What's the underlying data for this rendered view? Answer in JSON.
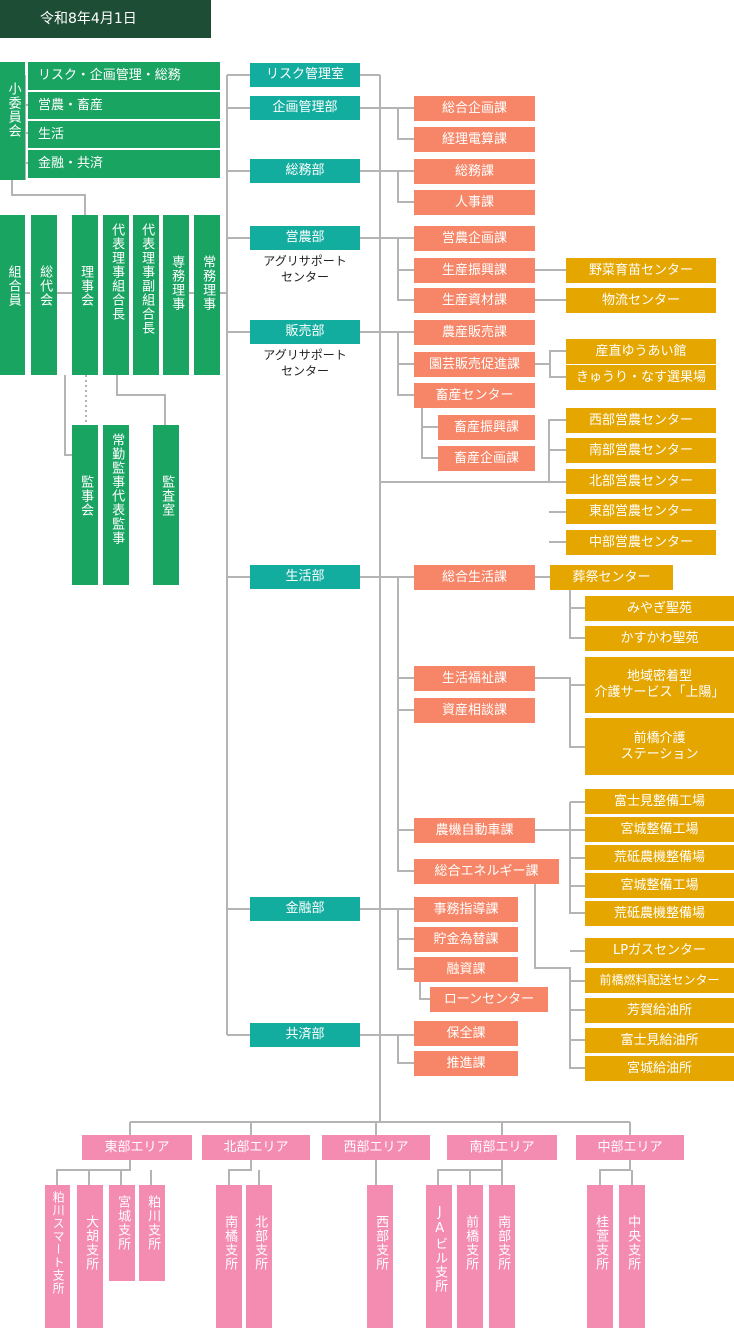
{
  "date": "令和8年4月1日",
  "committee": {
    "title": "小委員会",
    "items": [
      "リスク・企画管理・総務",
      "営農・畜産",
      "生活",
      "金融・共済"
    ]
  },
  "governance": {
    "members": "組合員",
    "general_meeting": "総代会",
    "board": "理事会",
    "president": "代表理事組合長",
    "vice_president": "代表理事副組合長",
    "senior_director": "専務理事",
    "managing_director": "常務理事",
    "auditors": "監事会",
    "rep_auditor": "常勤監事代表監事",
    "audit_office": "監査室"
  },
  "departments": {
    "risk": "リスク管理室",
    "planning": {
      "name": "企画管理部",
      "sections": [
        "総合企画課",
        "経理電算課"
      ]
    },
    "general": {
      "name": "総務部",
      "sections": [
        "総務課",
        "人事課"
      ]
    },
    "farming": {
      "name": "営農部",
      "note": "アグリサポート\nセンター",
      "sections": [
        "営農企画課",
        "生産振興課",
        "生産資材課"
      ],
      "centers": [
        "野菜育苗センター",
        "物流センター"
      ]
    },
    "sales": {
      "name": "販売部",
      "note": "アグリサポート\nセンター",
      "sections": [
        "農産販売課",
        "園芸販売促進課",
        "畜産センター"
      ],
      "livestock_sections": [
        "畜産振興課",
        "畜産企画課"
      ],
      "shops": [
        "産直ゆうあい館",
        "きゅうり・なす選果場"
      ],
      "farming_centers": [
        "西部営農センター",
        "南部営農センター",
        "北部営農センター",
        "東部営農センター",
        "中部営農センター"
      ]
    },
    "life": {
      "name": "生活部",
      "sections": [
        "総合生活課",
        "生活福祉課",
        "資産相談課",
        "農機自動車課",
        "総合エネルギー課"
      ],
      "funeral_center": "葬祭センター",
      "funeral_halls": [
        "みやぎ聖苑",
        "かすかわ聖苑"
      ],
      "care": [
        "地域密着型\n介護サービス「上陽」",
        "前橋介護\nステーション"
      ],
      "machinery": [
        "富士見整備工場",
        "宮城整備工場",
        "荒砥農機整備場",
        "宮城整備工場",
        "荒砥農機整備場"
      ],
      "energy": [
        "LPガスセンター",
        "前橋燃料配送センター",
        "芳賀給油所",
        "富士見給油所",
        "宮城給油所"
      ]
    },
    "finance": {
      "name": "金融部",
      "sections": [
        "事務指導課",
        "貯金為替課",
        "融資課"
      ],
      "loan_center": "ローンセンター"
    },
    "mutual": {
      "name": "共済部",
      "sections": [
        "保全課",
        "推進課"
      ]
    }
  },
  "areas": [
    {
      "name": "東部エリア",
      "branches": [
        "粕川スマート支所",
        "大胡支所",
        "宮城支所",
        "粕川支所"
      ]
    },
    {
      "name": "北部エリア",
      "branches": [
        "南橘支所",
        "北部支所"
      ]
    },
    {
      "name": "西部エリア",
      "branches": [
        "西部支所"
      ]
    },
    {
      "name": "南部エリア",
      "branches": [
        "JAビル支所",
        "前橋支所",
        "南部支所"
      ]
    },
    {
      "name": "中部エリア",
      "branches": [
        "桂萱支所",
        "中央支所"
      ]
    }
  ],
  "colors": {
    "governance": "#1aa462",
    "department": "#13ad9f",
    "section": "#f68667",
    "center": "#e5a600",
    "area": "#f48bb0",
    "header": "#1d4e35",
    "line": "#b4b4b4"
  }
}
